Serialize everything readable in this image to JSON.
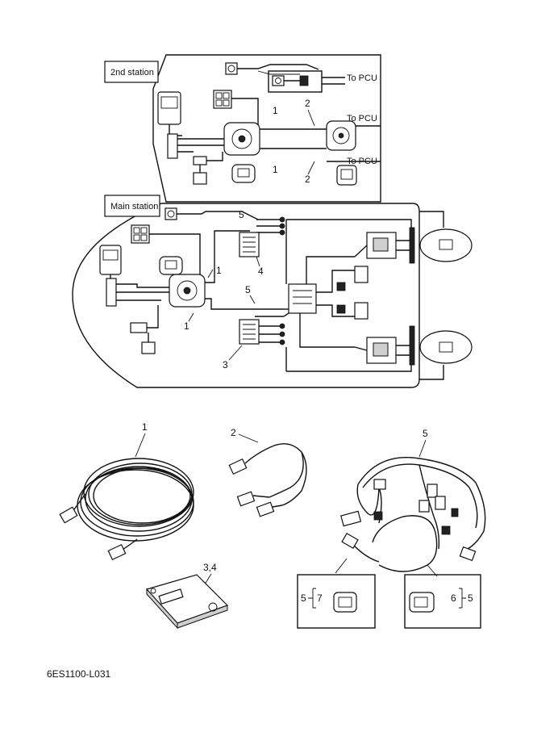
{
  "panels": {
    "second_station": {
      "label": "2nd station"
    },
    "main_station": {
      "label": "Main station"
    }
  },
  "labels": {
    "to_pcu_1": "To PCU",
    "to_pcu_2": "To PCU",
    "to_pcu_3": "To PCU"
  },
  "callouts": {
    "c1_a": "1",
    "c1_b": "1",
    "c1_c": "1",
    "c1_d": "1",
    "c2_a": "2",
    "c2_b": "2",
    "c3": "3",
    "c4": "4",
    "c5_a": "5",
    "c5_b": "5",
    "parts_1": "1",
    "parts_2": "2",
    "parts_34": "3,4",
    "parts_5": "5",
    "detail_left_5": "5",
    "detail_left_7": "7",
    "detail_right_6": "6",
    "detail_right_5": "5"
  },
  "figure_code": "6ES1100-L031"
}
